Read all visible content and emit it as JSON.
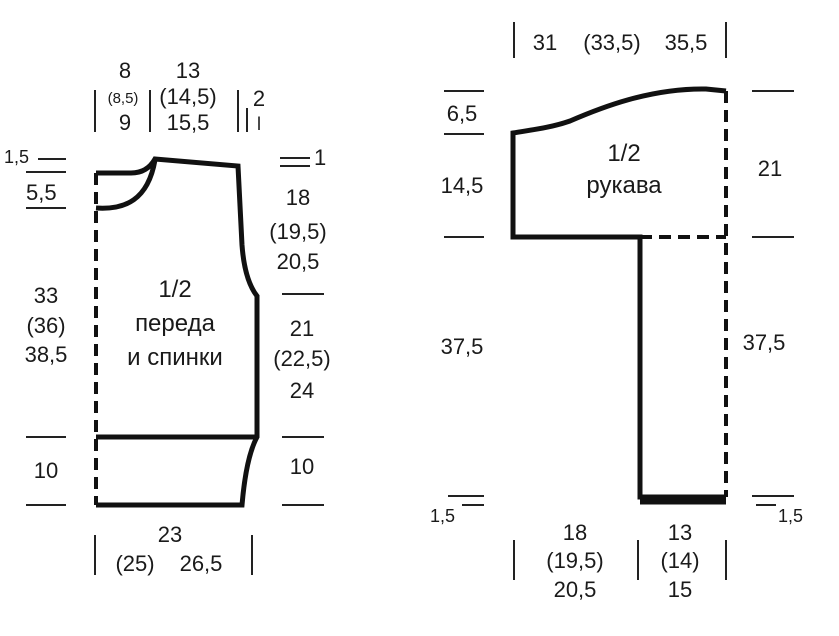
{
  "front_back": {
    "title_fraction": "1/2",
    "title_line1": "переда",
    "title_line2": "и спинки",
    "neck_width": [
      "8",
      "(8,5)",
      "9"
    ],
    "shoulder_width": [
      "13",
      "(14,5)",
      "15,5"
    ],
    "shoulder_slope": [
      "2",
      "l"
    ],
    "neck_front_top": "1,5",
    "neck_front_depth": "5,5",
    "neck_back": "1",
    "armhole": [
      "18",
      "(19,5)",
      "20,5"
    ],
    "side_upper": [
      "21",
      "(22,5)",
      "24"
    ],
    "body_height": [
      "33",
      "(36)",
      "38,5"
    ],
    "rib_left": "10",
    "rib_right": "10",
    "bottom_width": [
      "23",
      "(25)",
      "26,5"
    ]
  },
  "sleeve": {
    "title_fraction": "1/2",
    "title_word": "рукава",
    "top_width": [
      "31",
      "(33,5)",
      "35,5"
    ],
    "cap_left": "6,5",
    "cap_side": "14,5",
    "cap_right": "21",
    "length_left": "37,5",
    "length_right": "37,5",
    "cuff_left": "1,5",
    "cuff_right": "1,5",
    "bottom_left_width": [
      "18",
      "(19,5)",
      "20,5"
    ],
    "bottom_right_width": [
      "13",
      "(14)",
      "15"
    ]
  }
}
